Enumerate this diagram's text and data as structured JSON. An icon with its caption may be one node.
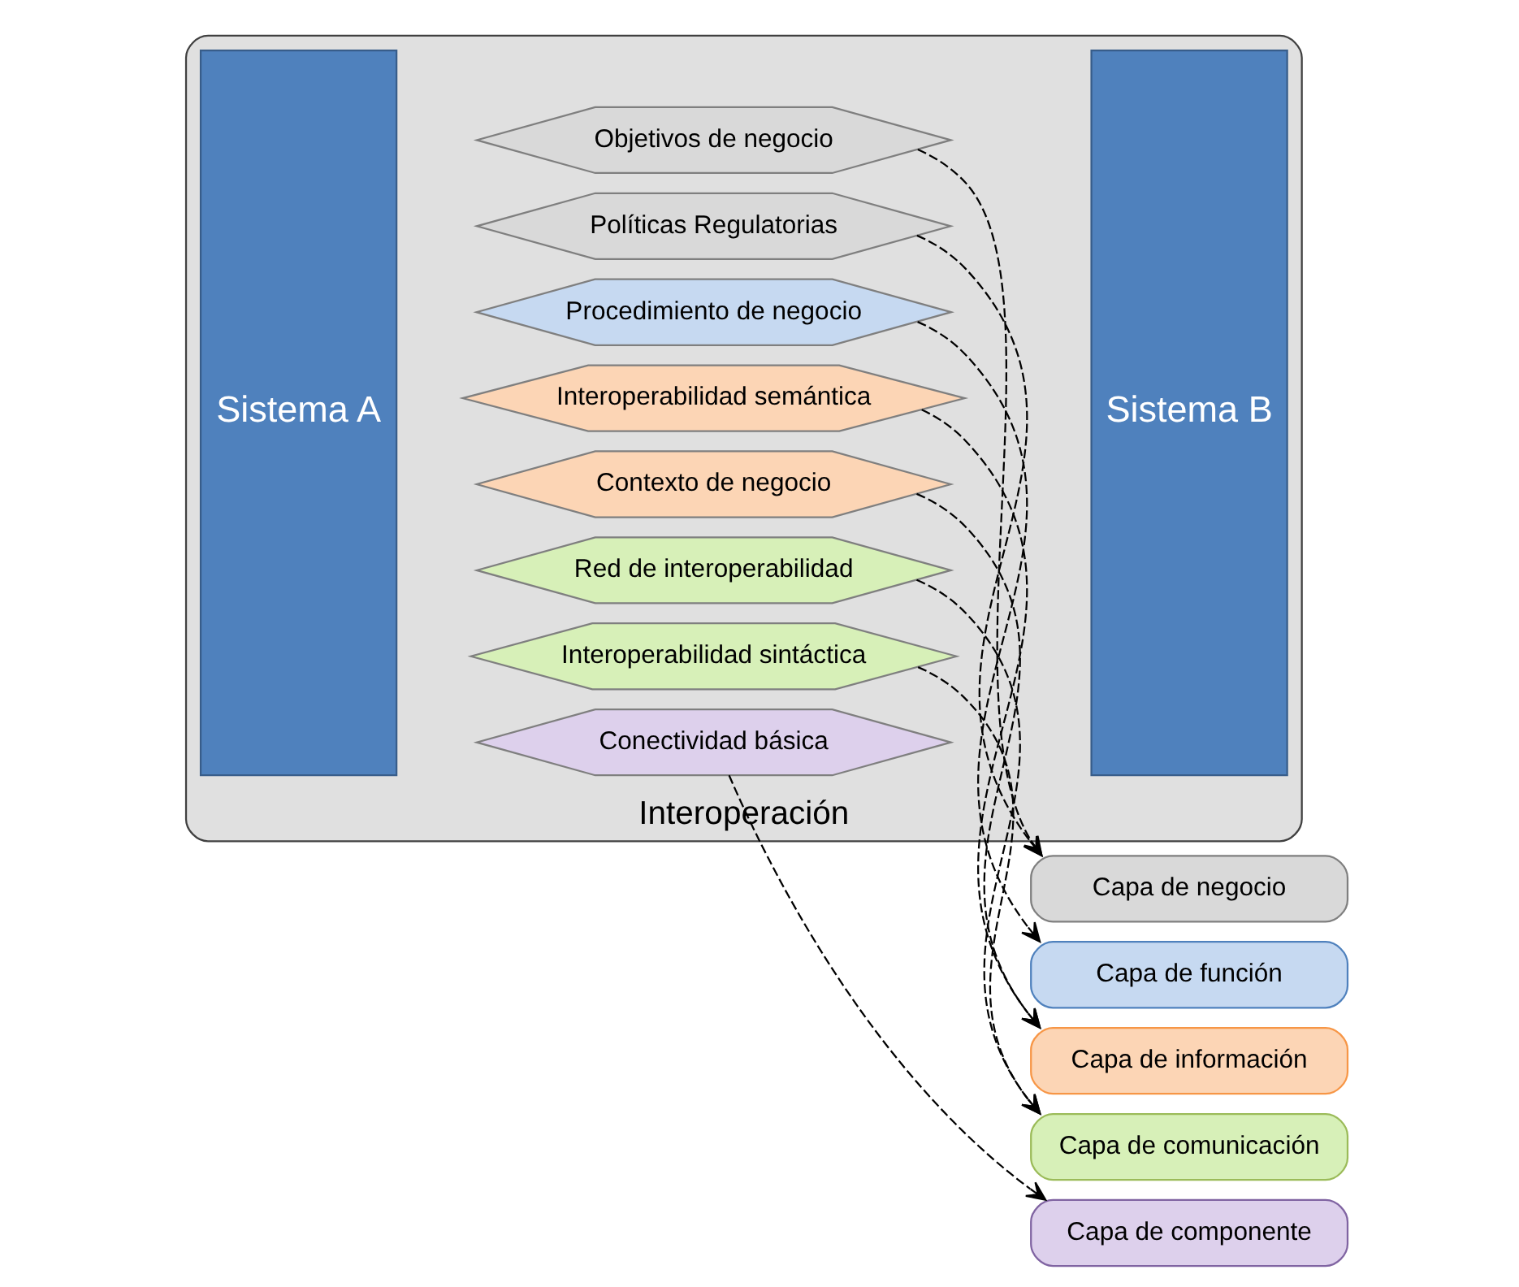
{
  "diagram": {
    "nodes": [
      {
        "text": [
          "Interoperación"
        ]
      },
      {
        "text": [
          "Sistema A"
        ],
        "in": 0
      },
      {
        "text": [
          "Políticas Regulatorias"
        ],
        "in": 0
      },
      {
        "text": [
          "Objetivos de negocio"
        ],
        "in": 0
      },
      {
        "text": [
          "Procedimiento de negocio"
        ],
        "in": 0
      },
      {
        "text": [
          "Contexto de negocio"
        ],
        "in": 0
      },
      {
        "text": [
          "Interoperabilidad semántica"
        ],
        "in": 0
      },
      {
        "text": [
          "Interoperabilidad sintáctica"
        ],
        "in": 0
      },
      {
        "text": [
          "Red de interoperabilidad"
        ],
        "in": 0
      },
      {
        "text": [
          "Conectividad básica"
        ],
        "in": 0
      },
      {
        "text": [
          "Sistema B"
        ],
        "in": 0
      },
      {
        "text": [
          "Capa de negocio"
        ]
      },
      {
        "text": [
          "Capa de función"
        ]
      },
      {
        "text": [
          "Capa de información"
        ]
      },
      {
        "text": [
          "Capa de comunicación"
        ]
      },
      {
        "text": [
          "Capa de componente"
        ]
      }
    ],
    "edges": [
      {
        "from": 2,
        "to": 11,
        "arrow": "to",
        "style": "dashed"
      },
      {
        "from": 3,
        "to": 11,
        "arrow": "to",
        "style": "dashed"
      },
      {
        "from": 4,
        "to": 12,
        "arrow": "to",
        "style": "dashed"
      },
      {
        "from": 5,
        "to": 13,
        "arrow": "to",
        "style": "dashed"
      },
      {
        "from": 6,
        "to": 13,
        "arrow": "to",
        "style": "dashed"
      },
      {
        "from": 7,
        "to": 14,
        "arrow": "to",
        "style": "dashed"
      },
      {
        "from": 8,
        "to": 14,
        "arrow": "to",
        "style": "dashed"
      },
      {
        "from": 9,
        "to": 15,
        "arrow": "to",
        "style": "dashed"
      }
    ]
  }
}
